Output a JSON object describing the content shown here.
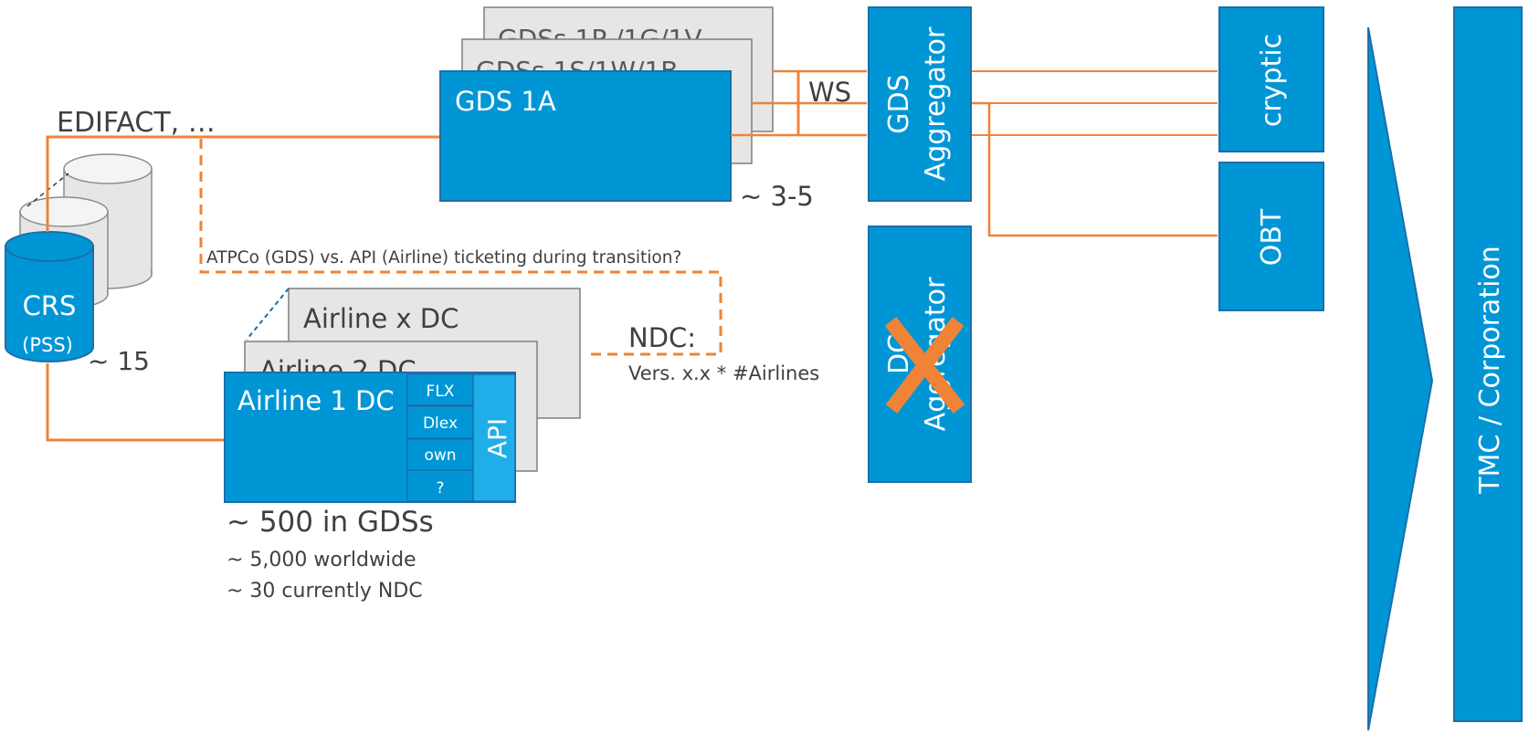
{
  "colors": {
    "box_fill": "#0096D6",
    "box_stroke": "#1B6FA8",
    "line": "#F08336",
    "cross": "#F08336",
    "gray_box": "#E6E6E6",
    "gray_stroke": "#7F7F7F",
    "text_dark": "#404040",
    "text_light": "#FFFFFF"
  },
  "crs": {
    "label": "CRS",
    "sublabel": "(PSS)",
    "count": "~ 15"
  },
  "edifact_label": "EDIFACT, …",
  "gds": {
    "back2": "GDSs 1P /1G/1V",
    "back1": "GDSs 1S/1W/1B",
    "front": "GDS 1A",
    "count": "~ 3-5",
    "ws_label": "WS"
  },
  "atpco_note": "ATPCo (GDS) vs. API (Airline) ticketing during transition?",
  "airlines": {
    "back2": "Airline x DC",
    "back1": "Airline 2 DC",
    "front": "Airline 1 DC",
    "api_items": [
      "FLX",
      "Dlex",
      "own",
      "?"
    ],
    "api_label": "API",
    "count_gds": "~ 500 in GDSs",
    "count_world": "~ 5,000 worldwide",
    "count_ndc": "~ 30 currently NDC"
  },
  "ndc": {
    "label": "NDC:",
    "sublabel": "Vers. x.x * #Airlines"
  },
  "gds_aggregator": [
    "GDS",
    "Aggregator"
  ],
  "dc_aggregator": [
    "DC",
    "Aggregator"
  ],
  "cryptic": "cryptic",
  "obt": "OBT",
  "tmc": "TMC / Corporation"
}
